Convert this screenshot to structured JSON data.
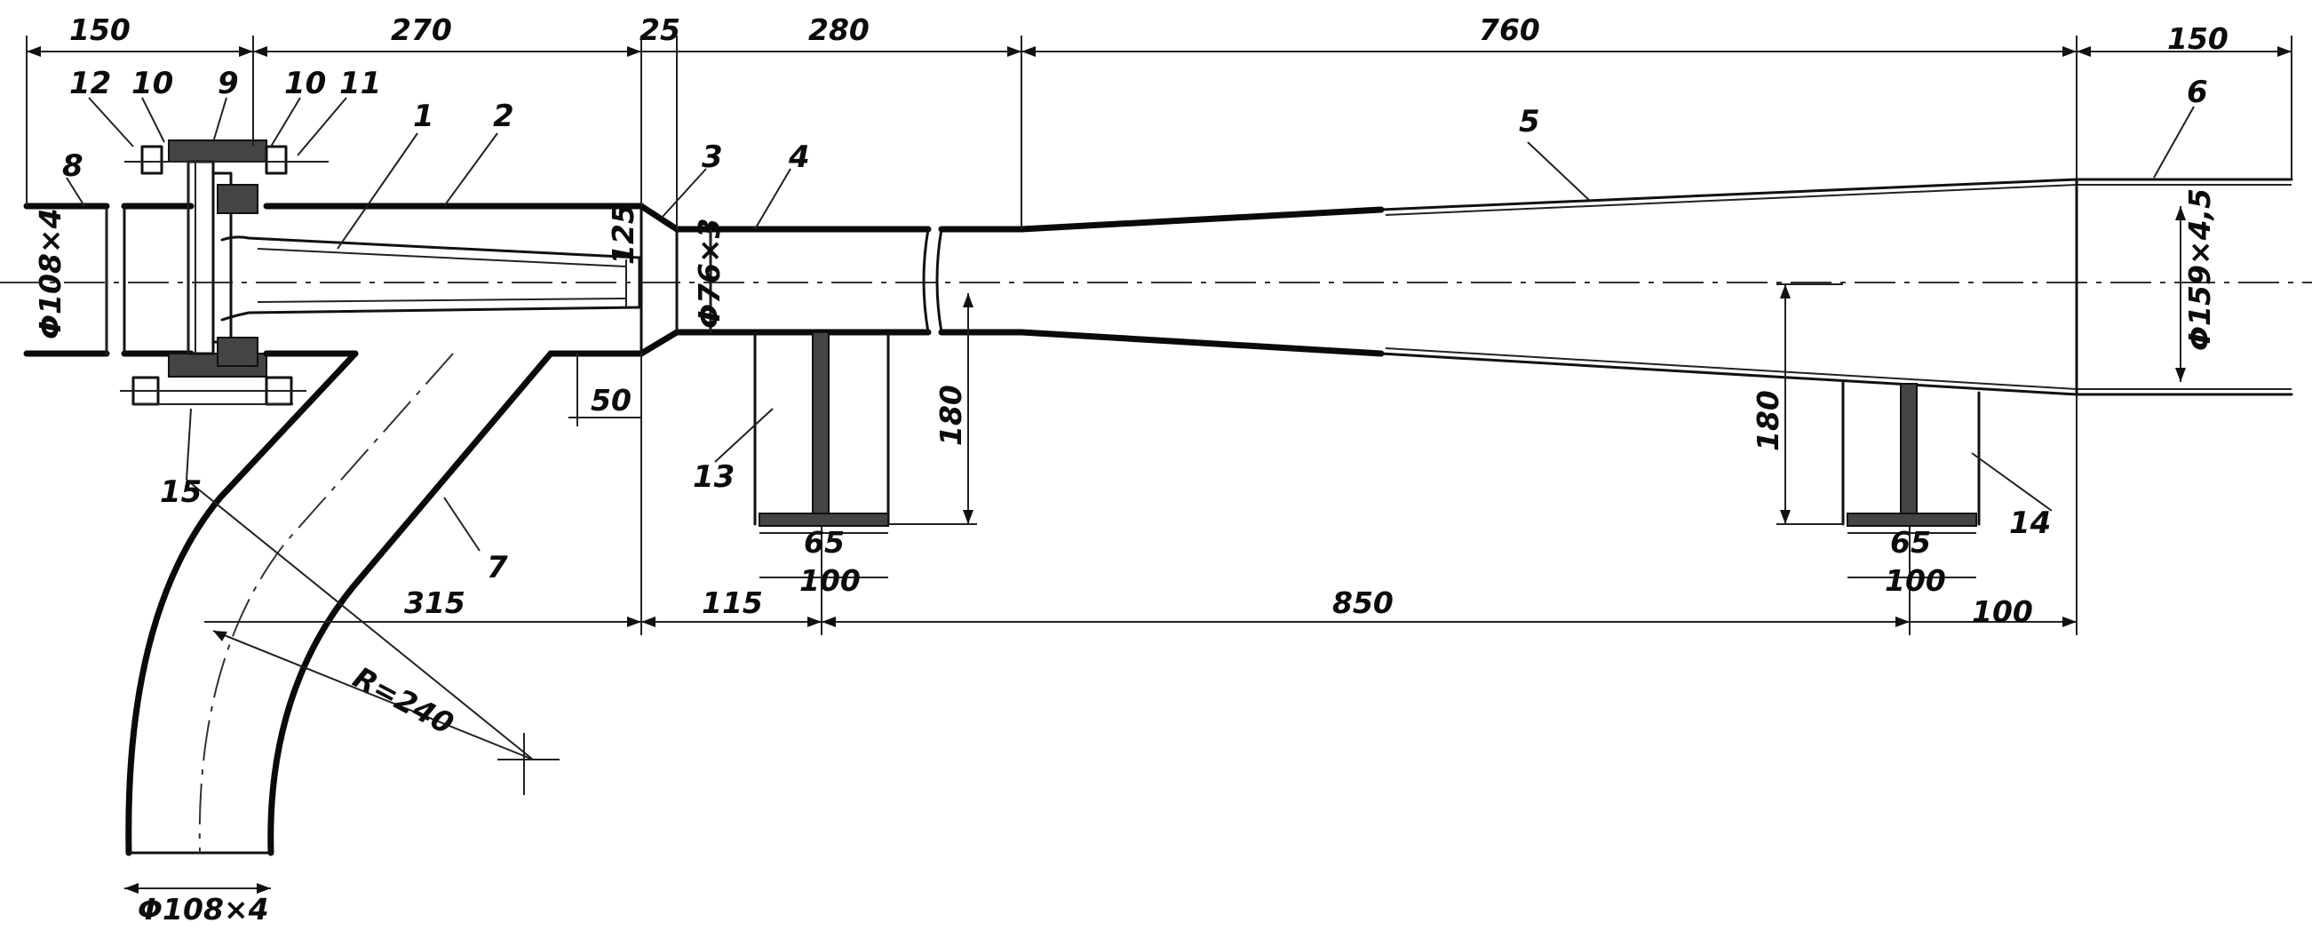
{
  "dimensions": {
    "d150_left": "150",
    "d270": "270",
    "d25": "25",
    "d280": "280",
    "d760": "760",
    "d150_right": "150",
    "d50": "50",
    "d125": "125",
    "d180_left": "180",
    "d180_right": "180",
    "d65_left": "65",
    "d100_left": "100",
    "d65_right": "65",
    "d100_right": "100",
    "d315": "315",
    "d115": "115",
    "d850": "850",
    "d100_end": "100",
    "radius": "R=240"
  },
  "pipe_sizes": {
    "inlet_left": "Φ108×4",
    "throat": "Φ76×3",
    "outlet": "Φ159×4,5",
    "bottom": "Φ108×4"
  },
  "part_numbers": [
    "1",
    "2",
    "3",
    "4",
    "5",
    "6",
    "7",
    "8",
    "9",
    "10",
    "10",
    "11",
    "12",
    "13",
    "14",
    "15"
  ]
}
